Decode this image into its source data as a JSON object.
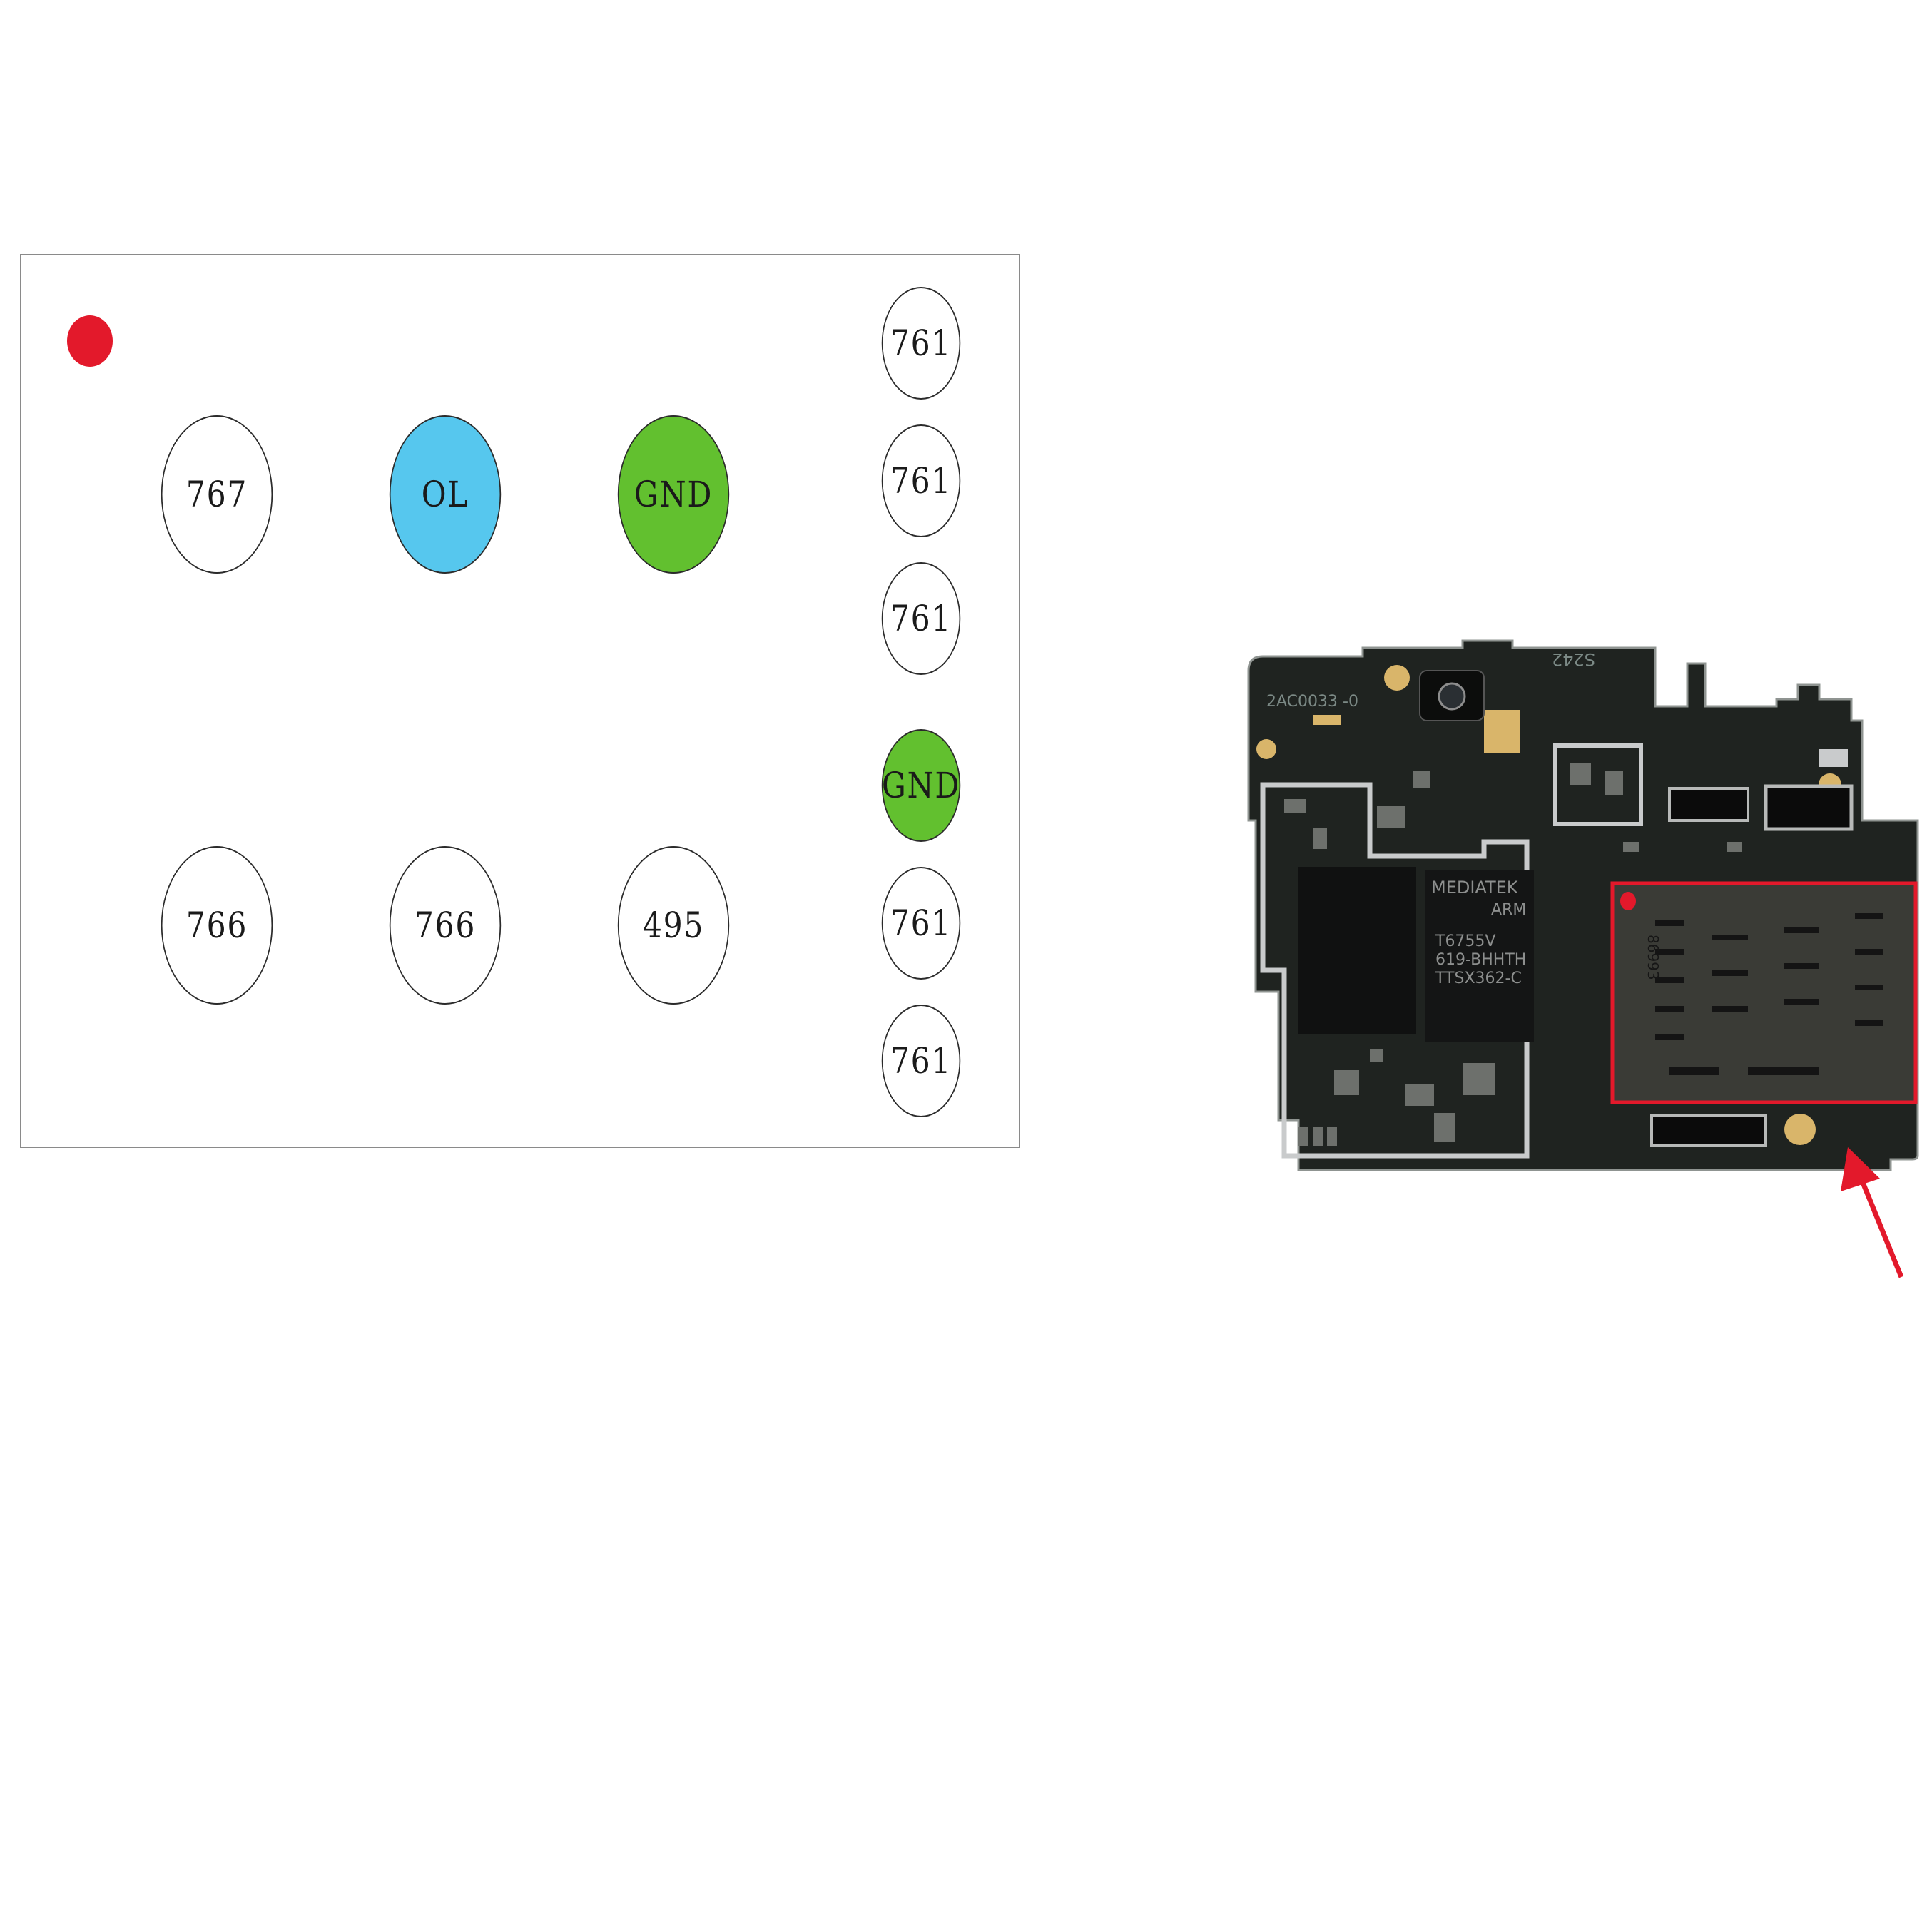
{
  "colors": {
    "pin1_marker": "#e3192b",
    "pad_white": "#ffffff",
    "pad_ol": "#56c7ee",
    "pad_gnd": "#62c02f",
    "highlight": "#e3192b"
  },
  "pads_grid": [
    {
      "label": "767",
      "fill": "white"
    },
    {
      "label": "OL",
      "fill": "ol"
    },
    {
      "label": "GND",
      "fill": "gnd"
    },
    {
      "label": "766",
      "fill": "white"
    },
    {
      "label": "766",
      "fill": "white"
    },
    {
      "label": "495",
      "fill": "white"
    }
  ],
  "pads_column": [
    {
      "label": "761",
      "fill": "white"
    },
    {
      "label": "761",
      "fill": "white"
    },
    {
      "label": "761",
      "fill": "white"
    },
    {
      "label": "GND",
      "fill": "gnd"
    },
    {
      "label": "761",
      "fill": "white"
    },
    {
      "label": "761",
      "fill": "white"
    }
  ],
  "board": {
    "silkscreen_1": "2AC0033 -0",
    "silkscreen_2": "S242",
    "chip_brand": "MEDIATEK",
    "chip_arm": "ARM",
    "chip_line1": "T6755V",
    "chip_line2": "619-BHHTH",
    "chip_line3": "TTSX362-C",
    "slot_code": "86993"
  }
}
